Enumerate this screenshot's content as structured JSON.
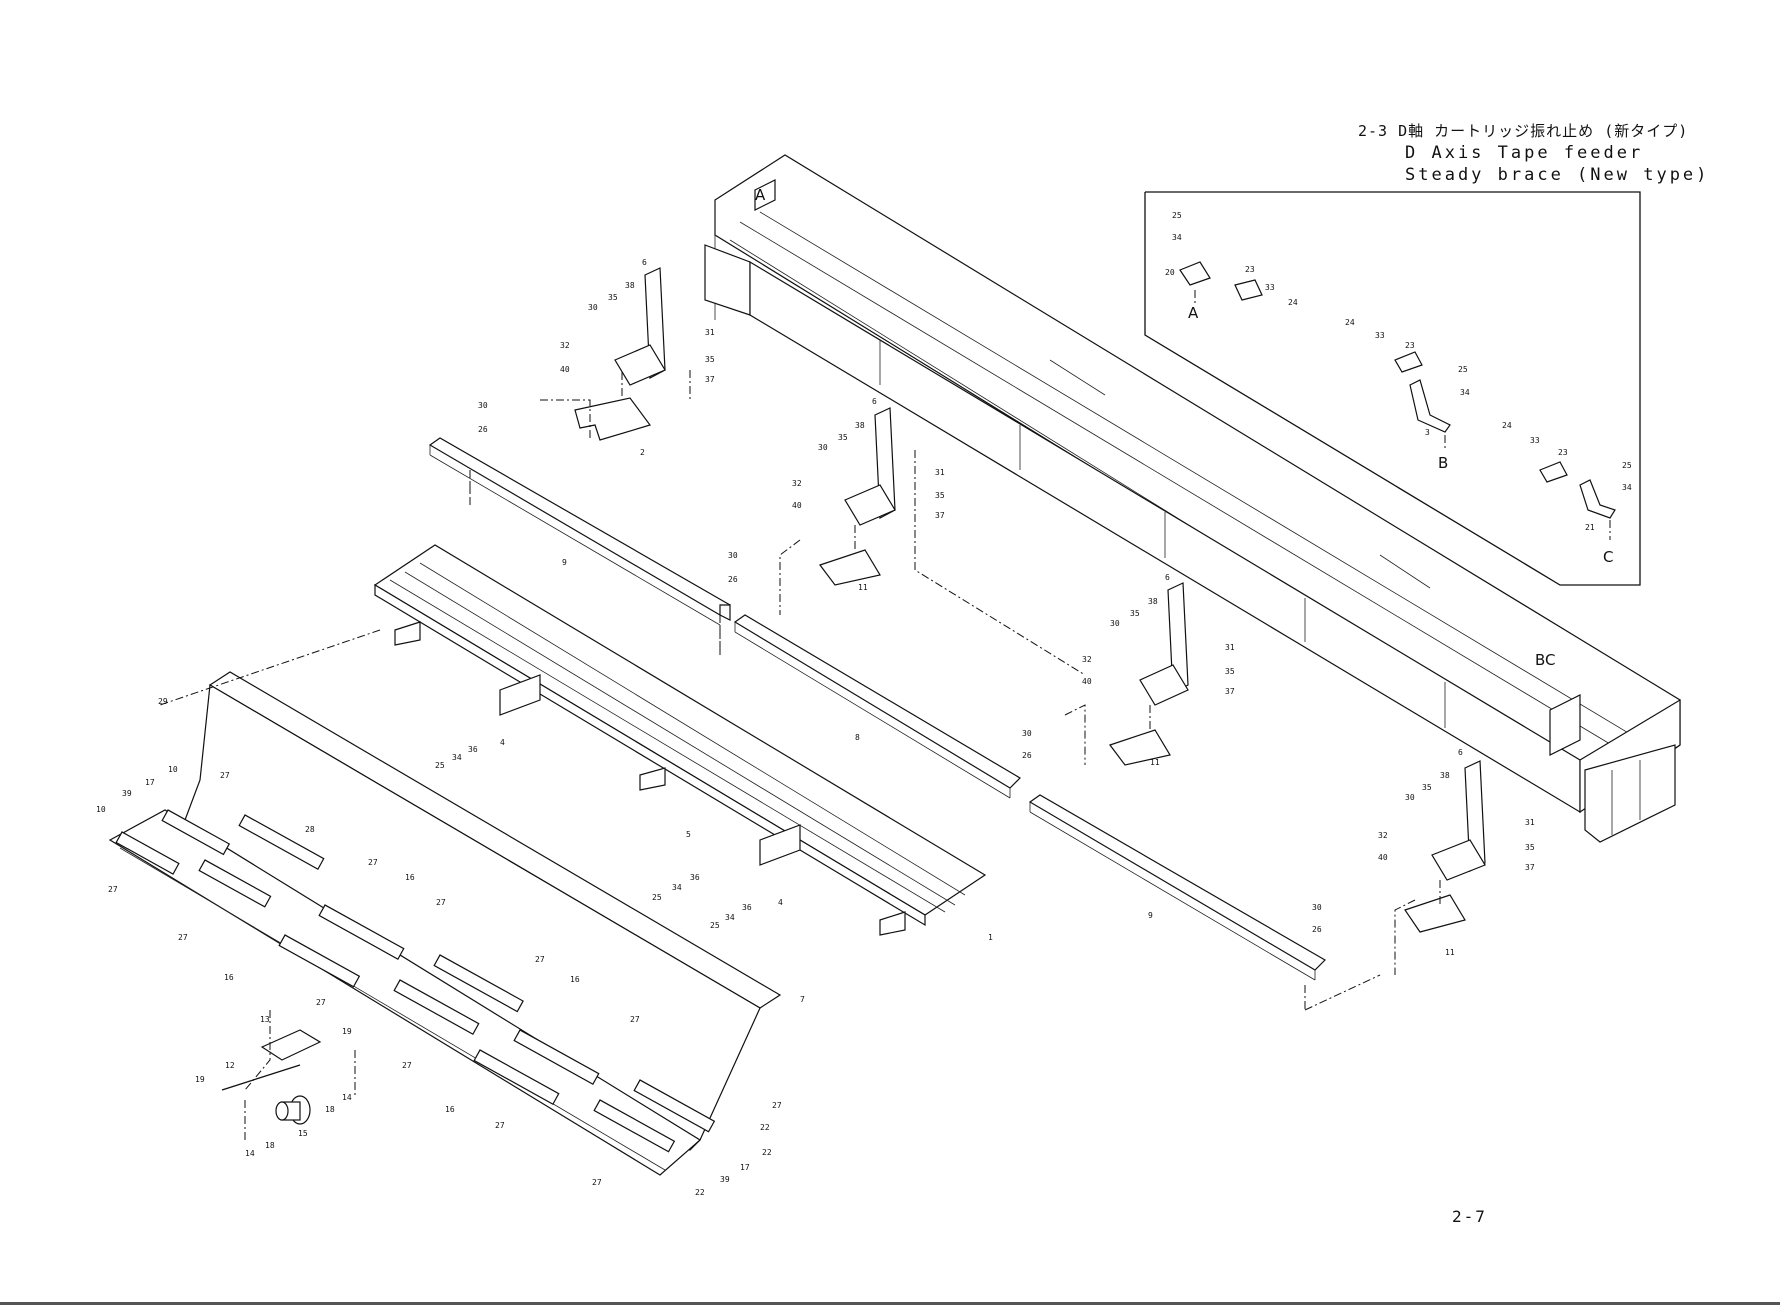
{
  "header": {
    "title_jp": "2-3 D軸 カートリッジ振れ止め (新タイプ)",
    "title_en_line1": "D Axis Tape feeder",
    "title_en_line2": "Steady brace (New type)"
  },
  "page_number": "2-7",
  "detail_markers": {
    "a": "A",
    "b": "B",
    "c": "C",
    "bc": "BC"
  },
  "callouts": {
    "c1": "1",
    "c2": "2",
    "c3": "3",
    "c4": "4",
    "c5": "5",
    "c6": "6",
    "c7": "7",
    "c8": "8",
    "c9": "9",
    "c10": "10",
    "c11": "11",
    "c12": "12",
    "c13": "13",
    "c14": "14",
    "c15": "15",
    "c16": "16",
    "c17": "17",
    "c18": "18",
    "c19": "19",
    "c20": "20",
    "c21": "21",
    "c22": "22",
    "c23": "23",
    "c24": "24",
    "c25": "25",
    "c26": "26",
    "c27": "27",
    "c28": "28",
    "c29": "29",
    "c30": "30",
    "c31": "31",
    "c32": "32",
    "c33": "33",
    "c34": "34",
    "c35": "35",
    "c36": "36",
    "c37": "37",
    "c38": "38",
    "c39": "39",
    "c40": "40"
  }
}
